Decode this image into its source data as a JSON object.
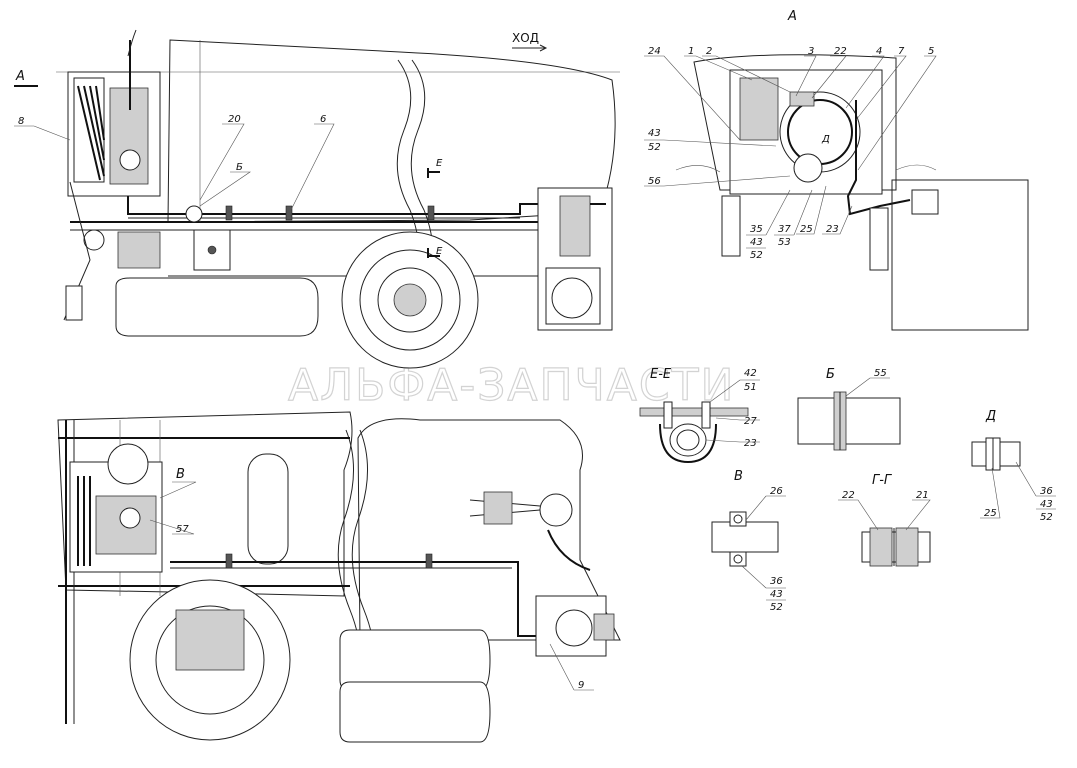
{
  "watermark": "АЛЬФА-ЗАПЧАСТИ",
  "views": {
    "hod": "ХОД",
    "a_marker": "А",
    "a_title": "А",
    "ee_title": "Е-Е",
    "b_title": "Б",
    "v_title": "В",
    "gg_title": "Г-Г",
    "d_title": "Д"
  },
  "labels": {
    "n8": "8",
    "n20": "20",
    "b_main": "Б",
    "n6": "6",
    "e_top": "Е",
    "e_bottom": "Е",
    "v_main": "В",
    "n57": "57",
    "n9": "9",
    "a24": "24",
    "a1": "1",
    "a2": "2",
    "a3": "3",
    "a22": "22",
    "a4": "4",
    "a7": "7",
    "a5": "5",
    "a43": "43",
    "a52": "52",
    "a56": "56",
    "a_d": "Д",
    "a35": "35",
    "a43b": "43",
    "a52b": "52",
    "a37": "37",
    "a53": "53",
    "a25": "25",
    "a23": "23",
    "ee42": "42",
    "ee51": "51",
    "ee27": "27",
    "ee23": "23",
    "b55": "55",
    "v26": "26",
    "v36": "36",
    "v43": "43",
    "v52": "52",
    "gg22": "22",
    "gg21": "21",
    "d36": "36",
    "d43": "43",
    "d52": "52",
    "d25": "25"
  }
}
